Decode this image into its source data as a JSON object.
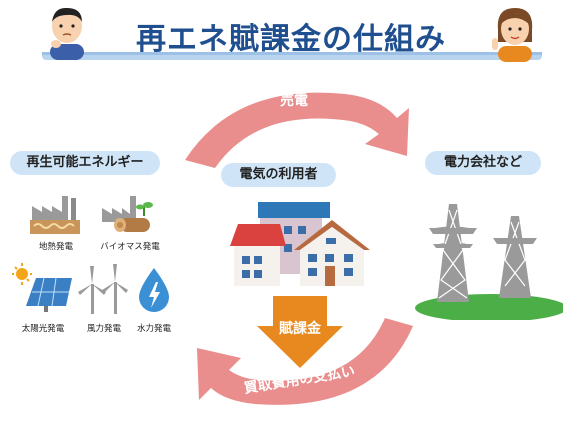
{
  "title": "再エネ賦課金の仕組み",
  "sections": {
    "renewables": "再生可能エネルギー",
    "users": "電気の利用者",
    "power_company": "電力会社など"
  },
  "sources": [
    {
      "label": "地熱発電",
      "icon": "geothermal-plant-icon"
    },
    {
      "label": "バイオマス発電",
      "icon": "biomass-plant-icon"
    },
    {
      "label": "太陽光発電",
      "icon": "solar-panel-icon"
    },
    {
      "label": "風力発電",
      "icon": "wind-turbine-icon"
    },
    {
      "label": "水力発電",
      "icon": "water-drop-icon"
    }
  ],
  "flows": {
    "sell": "売電",
    "levy": "賦課金",
    "purchase": "買取費用の支払い"
  },
  "colors": {
    "title": "#1f4f8f",
    "pill": "#cfe5f7",
    "arrow": "#e98d8d",
    "levy_arrow": "#e8891f",
    "grass": "#4cae47"
  }
}
